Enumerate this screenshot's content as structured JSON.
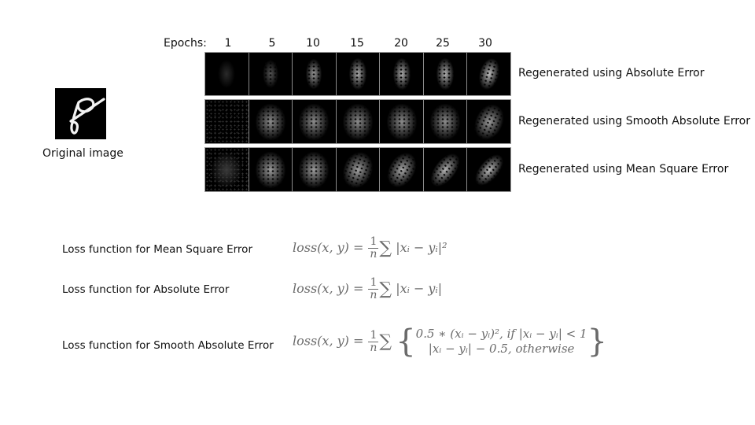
{
  "header": {
    "epochs_label": "Epochs:",
    "epochs": [
      "1",
      "5",
      "10",
      "15",
      "20",
      "25",
      "30"
    ]
  },
  "original": {
    "caption": "Original image",
    "digit": "8"
  },
  "rows": [
    {
      "caption": "Regenerated using Absolute Error",
      "style": "abs",
      "brightness": [
        0.15,
        0.25,
        0.5,
        0.6,
        0.62,
        0.62,
        0.68
      ]
    },
    {
      "caption": "Regenerated using Smooth Absolute Error",
      "style": "smooth",
      "brightness": [
        0.12,
        0.55,
        0.55,
        0.55,
        0.55,
        0.55,
        0.6
      ]
    },
    {
      "caption": "Regenerated using Mean Square Error",
      "style": "mse",
      "brightness": [
        0.2,
        0.6,
        0.62,
        0.65,
        0.68,
        0.72,
        0.75
      ]
    }
  ],
  "formulas": [
    {
      "label": "Loss function for Mean Square Error",
      "lhs": "loss(x, y) =",
      "num": "1",
      "den": "n",
      "sum": "∑",
      "body": "|xᵢ − yᵢ|²"
    },
    {
      "label": "Loss function for Absolute Error",
      "lhs": "loss(x, y) =",
      "num": "1",
      "den": "n",
      "sum": "∑",
      "body": "|xᵢ − yᵢ|"
    },
    {
      "label": "Loss function for Smooth Absolute Error",
      "lhs": "loss(x, y) =",
      "num": "1",
      "den": "n",
      "sum": "∑",
      "case1": "0.5 ∗ (xᵢ − yᵢ)², if |xᵢ − yᵢ| < 1",
      "case2": "|xᵢ − yᵢ| − 0.5, otherwise"
    }
  ]
}
